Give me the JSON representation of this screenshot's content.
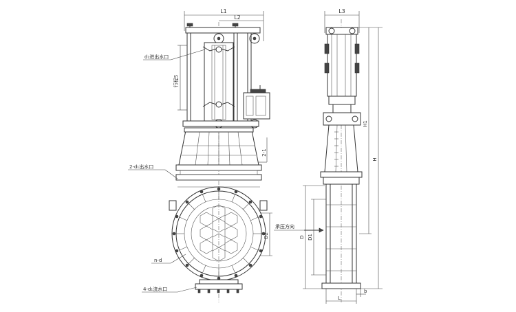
{
  "labels": {
    "l1": "L1",
    "l2": "L2",
    "l3": "L3",
    "stroke_s": "行程S",
    "d_inlet": "d₁进出水口",
    "two_d_outlet": "2-d₁出水口",
    "n_d": "n-d",
    "four_d_drain": "4-d₁流水口",
    "two_one": "2-1",
    "d2": "D2",
    "pressure_dir": "承压方向",
    "d": "D",
    "d1": "D1",
    "h1": "H1",
    "h": "H",
    "l": "L",
    "b": "b"
  }
}
